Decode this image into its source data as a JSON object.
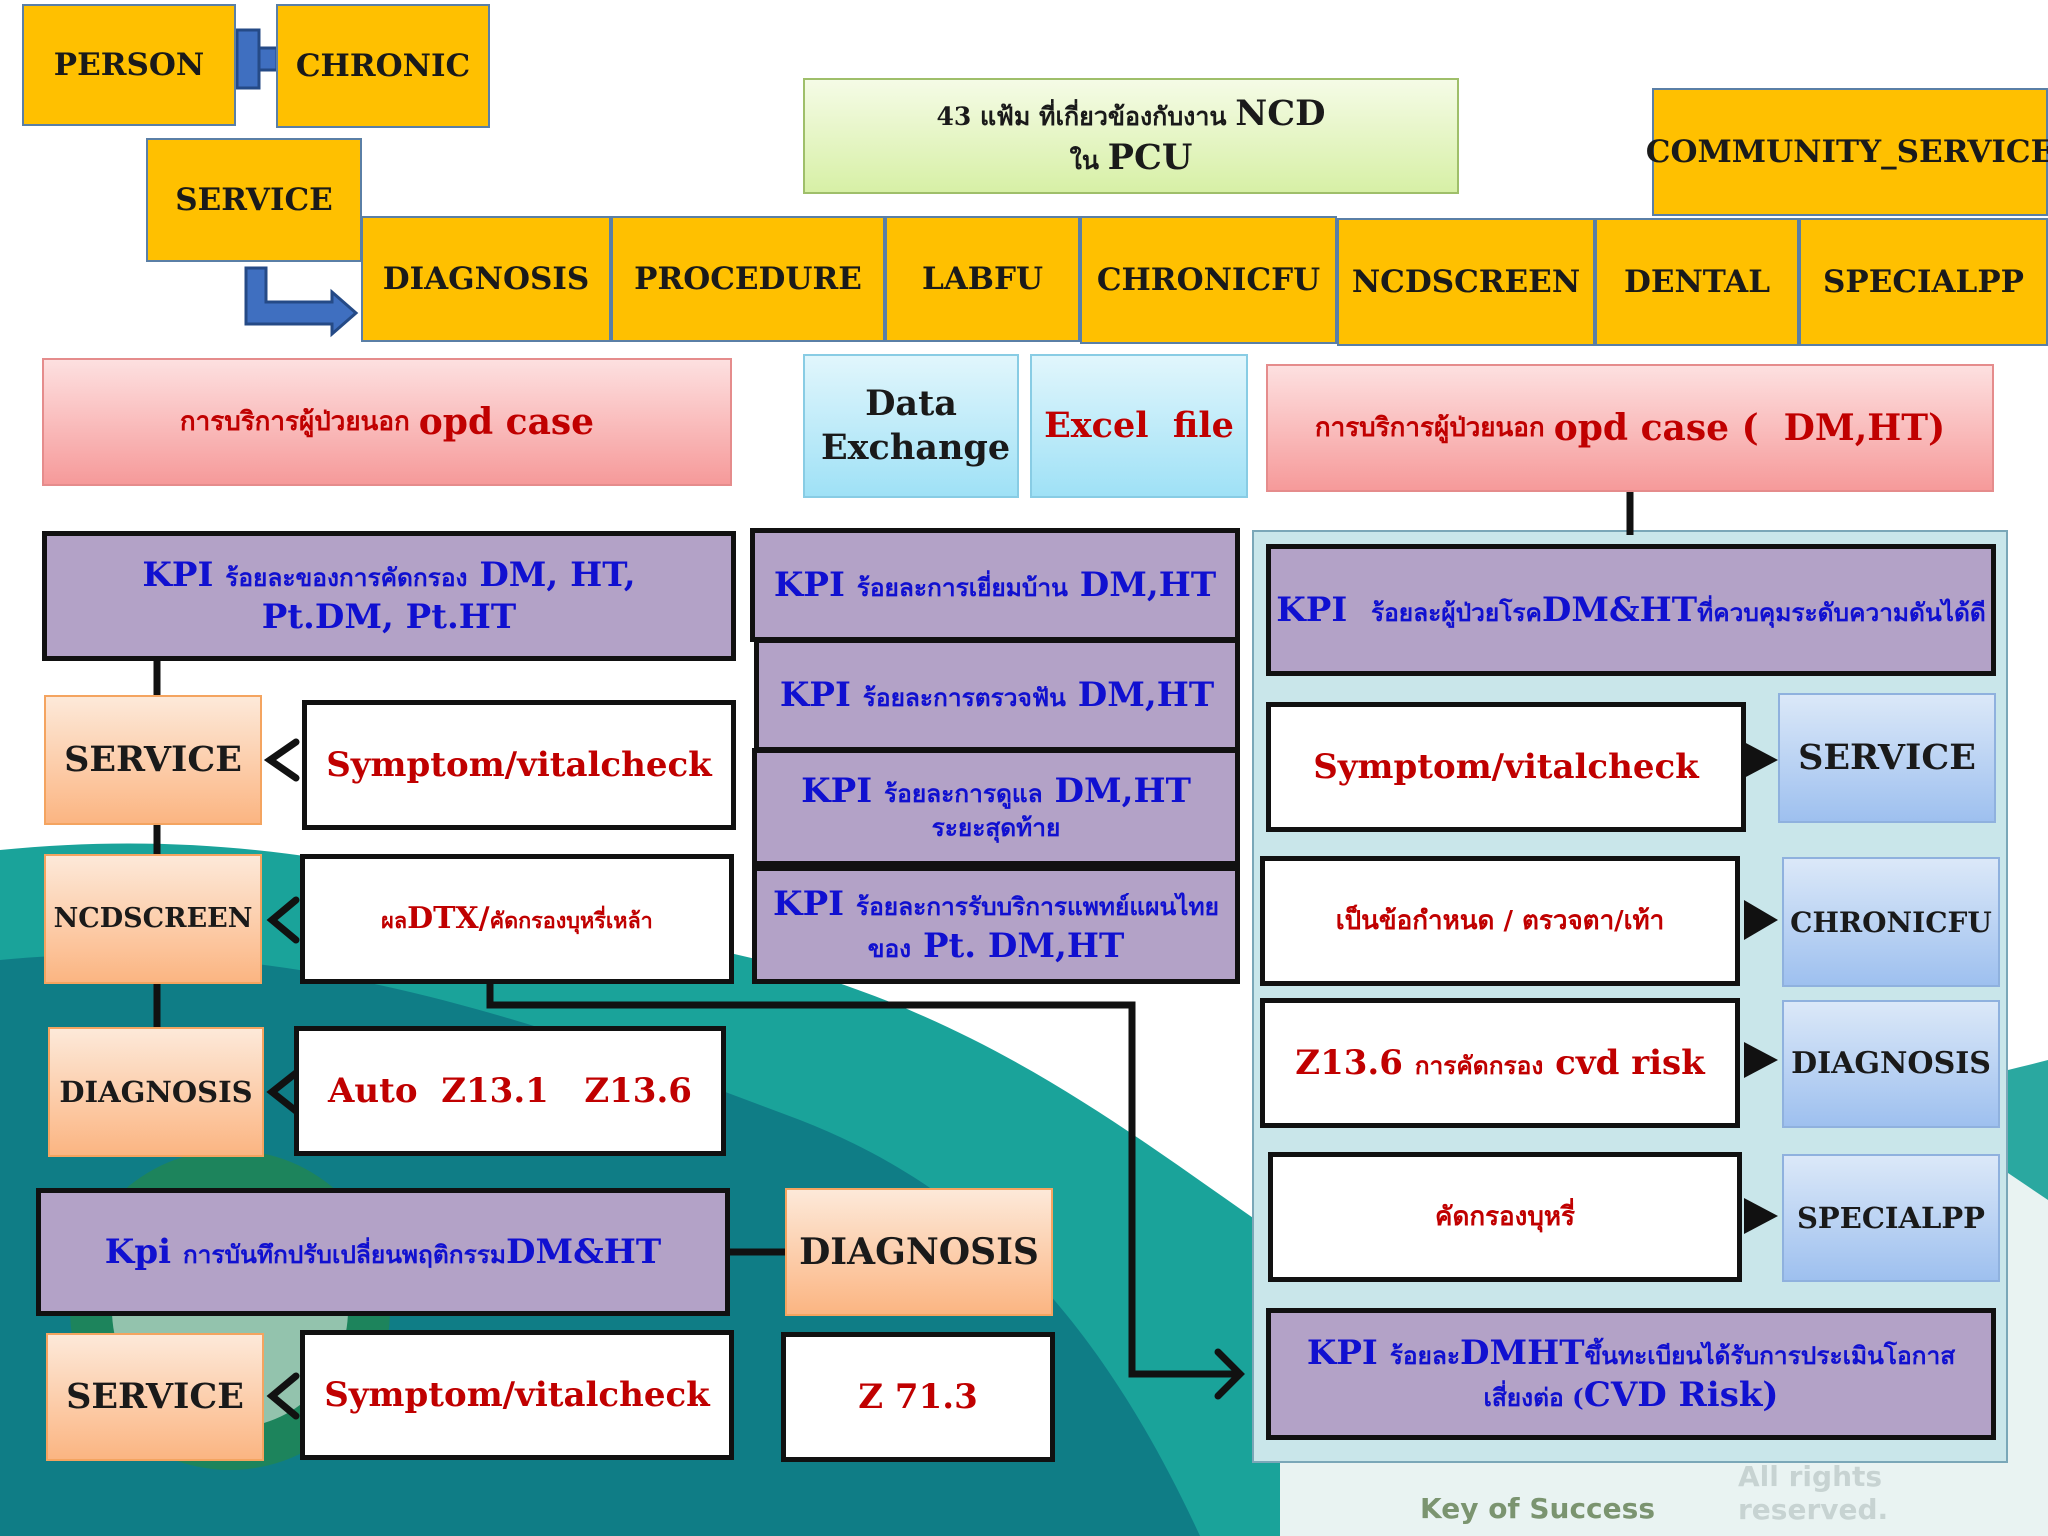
{
  "top": {
    "person": "PERSON",
    "chronic": "CHRONIC",
    "service": "SERVICE",
    "community_service": "COMMUNITY_SERVICE",
    "header_line1_thai": "43 แฟ้ม ที่เกี่ยวข้องกับงาน",
    "header_line1_en": "NCD",
    "header_line2_thai": "ใน",
    "header_line2_en": "PCU",
    "files": [
      "DIAGNOSIS",
      "PROCEDURE",
      "LABFU",
      "CHRONICFU",
      "NCDSCREEN",
      "DENTAL",
      "SPECIALPP"
    ]
  },
  "middle": {
    "opd_left_thai": "การบริการผู้ป่วยนอก",
    "opd_left_en": "opd case",
    "data_exchange": "Data Exchange",
    "excel_file": "Excel  file",
    "opd_right_thai": "การบริการผู้ป่วยนอก",
    "opd_right_en": "opd case (  DM,HT)"
  },
  "left": {
    "kpi_screen_line1_a": "KPI",
    "kpi_screen_line1_b": "ร้อยละของการคัดกรอง",
    "kpi_screen_line1_c": "DM, HT,",
    "kpi_screen_line2": "Pt.DM, Pt.HT",
    "service": "SERVICE",
    "symptom": "Symptom/vitalcheck",
    "ncdscreen": "NCDSCREEN",
    "dtx_a": "ผล",
    "dtx_b": "DTX/",
    "dtx_c": "คัดกรองบุหรี่เหล้า",
    "diagnosis": "DIAGNOSIS",
    "auto_z": "Auto  Z13.1   Z13.6",
    "kpi_behavior_a": "Kpi",
    "kpi_behavior_b": "การบันทึกปรับเปลี่ยนพฤติกรรม",
    "kpi_behavior_c": "DM&HT",
    "diagnosis2": "DIAGNOSIS",
    "service2": "SERVICE",
    "symptom2": "Symptom/vitalcheck",
    "z713": "Z 71.3"
  },
  "center": {
    "kpi_visit_a": "KPI",
    "kpi_visit_b": "ร้อยละการเยี่ยมบ้าน",
    "kpi_visit_c": "DM,HT",
    "kpi_dental_a": "KPI",
    "kpi_dental_b": "ร้อยละการตรวจฟัน",
    "kpi_dental_c": "DM,HT",
    "kpi_palliative_a": "KPI",
    "kpi_palliative_b": "ร้อยละการดูแล",
    "kpi_palliative_c": "DM,HT",
    "kpi_palliative_line2": "ระยะสุดท้าย",
    "kpi_thai_med_a": "KPI",
    "kpi_thai_med_b": "ร้อยละการรับบริการแพทย์แผนไทย",
    "kpi_thai_med_line2_a": "ของ",
    "kpi_thai_med_line2_b": "Pt. DM,HT"
  },
  "right": {
    "kpi_control_a": "KPI",
    "kpi_control_b": "ร้อยละผู้ป่วยโรค",
    "kpi_control_c": "DM&HT",
    "kpi_control_d": "ที่ควบคุมระดับความดันได้ดี",
    "symptom": "Symptom/vitalcheck",
    "service": "SERVICE",
    "eye_foot": "เป็นข้อกำหนด /  ตรวจตา/เท้า",
    "chronicfu": "CHRONICFU",
    "cvd_a": "Z13.6",
    "cvd_b": "การคัดกรอง",
    "cvd_c": "cvd risk",
    "diagnosis": "DIAGNOSIS",
    "smoke": "คัดกรองบุหรี่",
    "specialpp": "SPECIALPP",
    "kpi_cvd_a": "KPI",
    "kpi_cvd_b": "ร้อยละ",
    "kpi_cvd_c": "DMHT",
    "kpi_cvd_d": "ขึ้นทะเบียนได้รับการประเมินโอกาส",
    "kpi_cvd_line2_a": "เสี่ยงต่อ (",
    "kpi_cvd_line2_b": "CVD Risk)"
  },
  "watermark": {
    "logo_text": "Key of Success",
    "rights": "All rights reserved."
  }
}
